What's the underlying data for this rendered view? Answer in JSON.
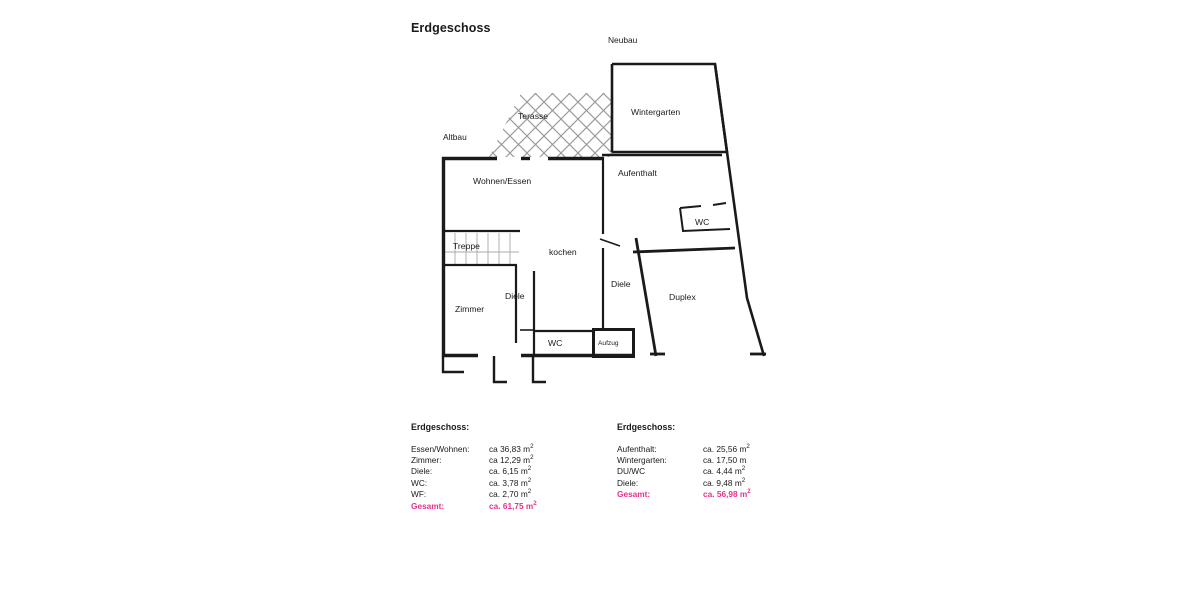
{
  "page": {
    "title": "Erdgeschoss"
  },
  "plan": {
    "outer_labels": [
      {
        "name": "neubau",
        "text": "Neubau"
      },
      {
        "name": "altbau",
        "text": "Altbau"
      }
    ],
    "rooms": [
      {
        "name": "terasse",
        "text": "Terasse"
      },
      {
        "name": "wintergarten",
        "text": "Wintergarten"
      },
      {
        "name": "wohnen-essen",
        "text": "Wohnen/Essen"
      },
      {
        "name": "aufenthalt",
        "text": "Aufenthalt"
      },
      {
        "name": "treppe",
        "text": "Treppe"
      },
      {
        "name": "wc-right",
        "text": "WC"
      },
      {
        "name": "kochen",
        "text": "kochen"
      },
      {
        "name": "diele-right",
        "text": "Diele"
      },
      {
        "name": "diele-left",
        "text": "Diele"
      },
      {
        "name": "zimmer",
        "text": "Zimmer"
      },
      {
        "name": "duplex",
        "text": "Duplex"
      },
      {
        "name": "wc-left",
        "text": "WC"
      },
      {
        "name": "aufzug",
        "text": "Aufzug"
      }
    ]
  },
  "legend_left": {
    "title": "Erdgeschoss:",
    "rows": [
      {
        "label": "Essen/Wohnen:",
        "value": "ca 36,83 m",
        "sup": "2"
      },
      {
        "label": "Zimmer:",
        "value": "ca 12,29 m",
        "sup": "2"
      },
      {
        "label": "Diele:",
        "value": "ca.  6,15 m",
        "sup": "2"
      },
      {
        "label": "WC:",
        "value": "ca.  3,78 m",
        "sup": "2"
      },
      {
        "label": "WF:",
        "value": "ca.  2,70 m",
        "sup": "2"
      }
    ],
    "total": {
      "label": "Gesamt:",
      "value": "ca. 61,75 m",
      "sup": "2"
    }
  },
  "legend_right": {
    "title": "Erdgeschoss:",
    "rows": [
      {
        "label": "Aufenthalt:",
        "value": "ca. 25,56 m",
        "sup": "2"
      },
      {
        "label": "Wintergarten:",
        "value": "ca. 17,50 m",
        "sup": ""
      },
      {
        "label": "DU/WC",
        "value": "ca.  4,44 m",
        "sup": "2"
      },
      {
        "label": "Diele:",
        "value": "ca.  9,48 m",
        "sup": "2"
      }
    ],
    "total": {
      "label": "Gesamt:",
      "value": "ca. 56,98 m",
      "sup": "2"
    }
  },
  "colors": {
    "wall": "#1a1a1a",
    "hatch": "#9a9a9a",
    "accent": "#e6328c",
    "background": "#ffffff"
  }
}
